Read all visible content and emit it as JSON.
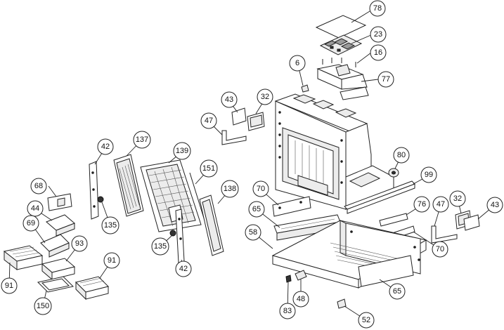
{
  "callouts": [
    {
      "id": "c78",
      "label": "78"
    },
    {
      "id": "c23",
      "label": "23"
    },
    {
      "id": "c16",
      "label": "16"
    },
    {
      "id": "c6",
      "label": "6"
    },
    {
      "id": "c77",
      "label": "77"
    },
    {
      "id": "c43a",
      "label": "43"
    },
    {
      "id": "c32a",
      "label": "32"
    },
    {
      "id": "c47a",
      "label": "47"
    },
    {
      "id": "c42a",
      "label": "42"
    },
    {
      "id": "c137",
      "label": "137"
    },
    {
      "id": "c139",
      "label": "139"
    },
    {
      "id": "c151",
      "label": "151"
    },
    {
      "id": "c80",
      "label": "80"
    },
    {
      "id": "c99",
      "label": "99"
    },
    {
      "id": "c68",
      "label": "68"
    },
    {
      "id": "c70a",
      "label": "70"
    },
    {
      "id": "c138",
      "label": "138"
    },
    {
      "id": "c44",
      "label": "44"
    },
    {
      "id": "c65a",
      "label": "65"
    },
    {
      "id": "c135a",
      "label": "135"
    },
    {
      "id": "c76",
      "label": "76"
    },
    {
      "id": "c47b",
      "label": "47"
    },
    {
      "id": "c32b",
      "label": "32"
    },
    {
      "id": "c43b",
      "label": "43"
    },
    {
      "id": "c69",
      "label": "69"
    },
    {
      "id": "c93",
      "label": "93"
    },
    {
      "id": "c58",
      "label": "58"
    },
    {
      "id": "c135b",
      "label": "135"
    },
    {
      "id": "c70b",
      "label": "70"
    },
    {
      "id": "c42b",
      "label": "42"
    },
    {
      "id": "c91a",
      "label": "91"
    },
    {
      "id": "c91b",
      "label": "91"
    },
    {
      "id": "c65b",
      "label": "65"
    },
    {
      "id": "c150",
      "label": "150"
    },
    {
      "id": "c48",
      "label": "48"
    },
    {
      "id": "c83",
      "label": "83"
    },
    {
      "id": "c52",
      "label": "52"
    }
  ]
}
